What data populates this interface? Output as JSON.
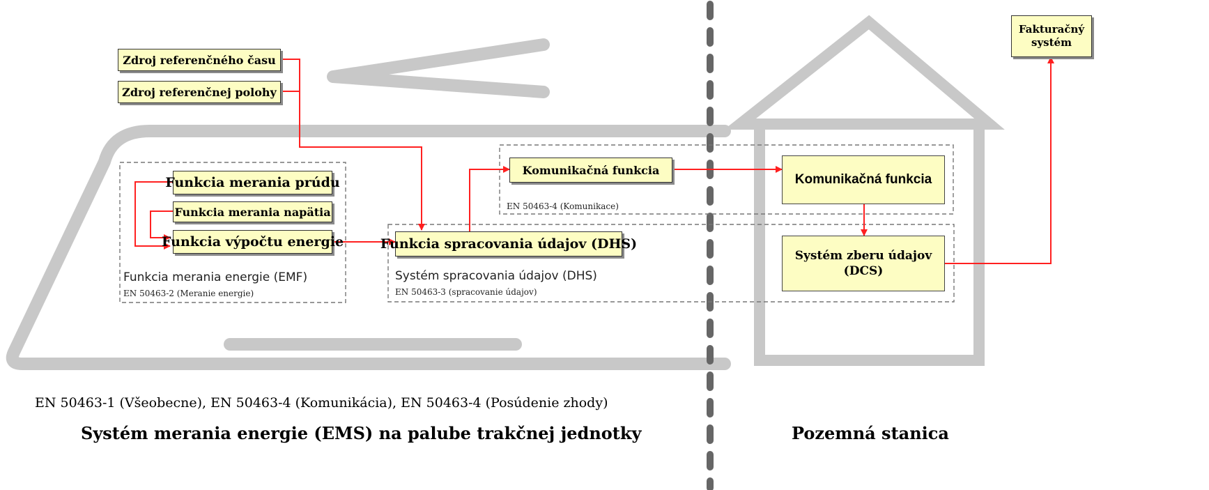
{
  "colors": {
    "box_fill": "#fdfdc3",
    "arrow": "#ff2020",
    "outline": "#c8c8c8",
    "divider": "#666666"
  },
  "boxes": {
    "time_source": "Zdroj referenčného času",
    "position_source": "Zdroj referenčnej polohy",
    "current_meas": "Funkcia merania prúdu",
    "voltage_meas": "Funkcia merania napätia",
    "energy_calc": "Funkcia výpočtu energie",
    "dhs_func": "Funkcia spracovania údajov (DHS)",
    "comm_onboard": "Komunikačná funkcia",
    "comm_ground": "Komunikačná funkcia",
    "dcs": "Systém zberu údajov (DCS)",
    "billing": "Fakturačný systém"
  },
  "groups": {
    "emf_title": "Funkcia merania energie (EMF)",
    "emf_std": "EN 50463-2 (Meranie energie)",
    "dhs_title": "Systém spracovania údajov (DHS)",
    "dhs_std": "EN 50463-3 (spracovanie údajov)",
    "comm_std": "EN 50463-4 (Komunikace)"
  },
  "captions": {
    "standards": "EN 50463-1 (Všeobecne), EN 50463-4 (Komunikácia), EN 50463-4 (Posúdenie zhody)",
    "onboard_title": "Systém merania energie (EMS) na palube trakčnej jednotky",
    "ground_title": "Pozemná stanica"
  }
}
